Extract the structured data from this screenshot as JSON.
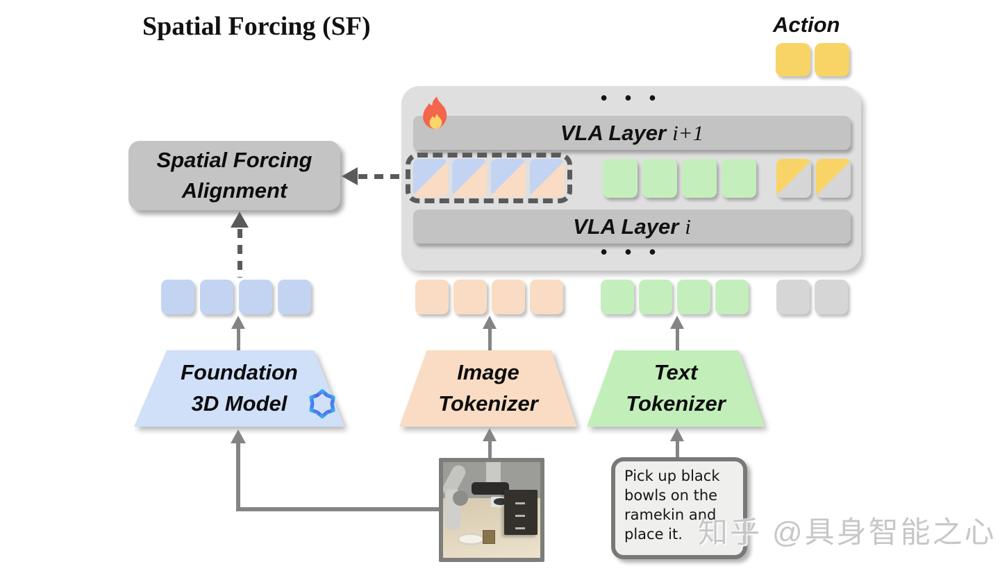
{
  "title": "Spatial Forcing (SF)",
  "action": {
    "label": "Action"
  },
  "vla_block": {
    "ellipsis_top": "•  •  •",
    "ellipsis_bottom": "•  •  •",
    "layer_upper_prefix": "VLA Layer",
    "layer_upper_index": "i+1",
    "layer_lower_prefix": "VLA Layer",
    "layer_lower_index": "i"
  },
  "alignment_box": {
    "line1": "Spatial Forcing",
    "line2": "Alignment"
  },
  "modules": {
    "foundation_3d": {
      "line1": "Foundation",
      "line2": "3D Model"
    },
    "image_tokenizer": {
      "line1": "Image",
      "line2": "Tokenizer"
    },
    "text_tokenizer": {
      "line1": "Text",
      "line2": "Tokenizer"
    }
  },
  "instruction_text": "Pick up black bowls on the ramekin and place it.",
  "watermark": "知乎 @具身智能之心",
  "icons": {
    "fire": "flame-icon (trainable)",
    "snowflake": "snowflake-icon (frozen)"
  },
  "colors": {
    "blue-token": "#C3D4F3",
    "peach-token": "#F9DCC3",
    "green-token": "#C4EFBC",
    "yellow-token": "#F8D466",
    "gray-token": "#D6D6D6",
    "blue-trap": "#CFE0F8",
    "peach-trap": "#F9DCC3",
    "green-trap": "#C2EEBA",
    "container-bg": "#DFDFDF",
    "layer-bar": "#C3C3C3",
    "alignment-box": "#C4C4C4",
    "dash": "#5A5A5A",
    "arrow": "#848484"
  },
  "tokens": {
    "action_row": {
      "name": "action",
      "count": 2,
      "type": "yellow"
    },
    "aligned_group": {
      "name": "aligned-visual",
      "count": 4,
      "type": "blue-peach"
    },
    "hidden_text": {
      "name": "text-hidden",
      "count": 4,
      "type": "green"
    },
    "hidden_action": {
      "name": "action-hidden",
      "count": 2,
      "type": "yellow-gray"
    },
    "embed_3d": {
      "name": "3d-embedding",
      "count": 4,
      "type": "blue"
    },
    "embed_image": {
      "name": "image-embedding",
      "count": 4,
      "type": "peach"
    },
    "embed_text": {
      "name": "text-embedding",
      "count": 4,
      "type": "green"
    },
    "embed_placeholder": {
      "name": "placeholder",
      "count": 2,
      "type": "gray"
    }
  }
}
